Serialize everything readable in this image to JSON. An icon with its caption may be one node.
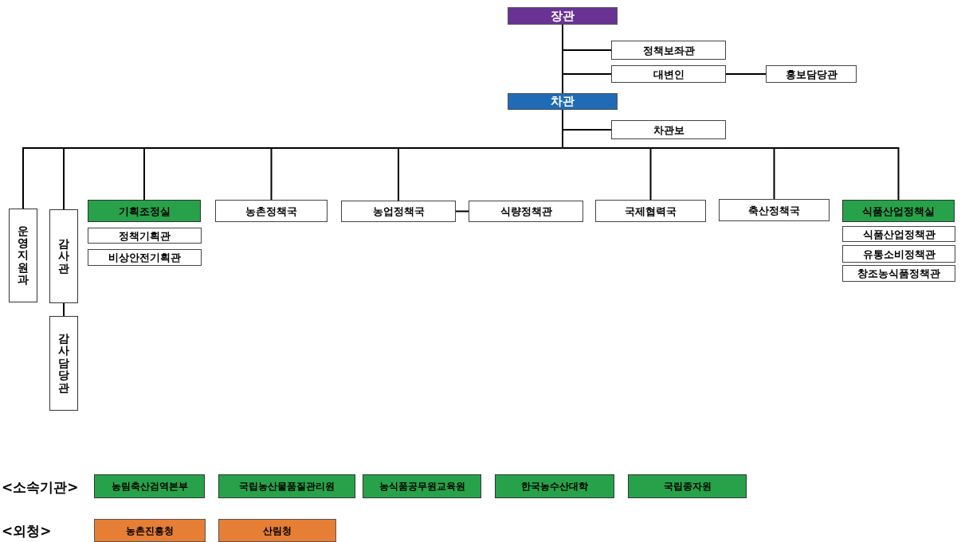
{
  "diagram": {
    "nodes": [
      {
        "text": [
          "장관"
        ]
      },
      {
        "text": [
          "정책보좌관"
        ]
      },
      {
        "text": [
          "대변인"
        ]
      },
      {
        "text": [
          "홍보담당관"
        ]
      },
      {
        "text": [
          "차관"
        ]
      },
      {
        "text": [
          "차관보"
        ]
      },
      {
        "text": [
          "운영지원과"
        ]
      },
      {
        "text": [
          "감사관"
        ]
      },
      {
        "text": [
          "감사담당관"
        ]
      },
      {
        "text": [
          "기획조정실"
        ]
      },
      {
        "text": [
          "정책기획관"
        ]
      },
      {
        "text": [
          "비상안전기획관"
        ]
      },
      {
        "text": [
          "농촌정책국"
        ]
      },
      {
        "text": [
          "농업정책국"
        ]
      },
      {
        "text": [
          "식량정책관"
        ]
      },
      {
        "text": [
          "국제협력국"
        ]
      },
      {
        "text": [
          "축산정책국"
        ]
      },
      {
        "text": [
          "식품산업정책실"
        ]
      },
      {
        "text": [
          "식품산업정책관"
        ]
      },
      {
        "text": [
          "유통소비정책관"
        ]
      },
      {
        "text": [
          "창조농식품정책관"
        ]
      },
      {
        "text": [
          "농림축산검역본부"
        ]
      },
      {
        "text": [
          "국립농산물품질관리원"
        ]
      },
      {
        "text": [
          "농식품공무원교육원"
        ]
      },
      {
        "text": [
          "한국농수산대학"
        ]
      },
      {
        "text": [
          "국립종자원"
        ]
      },
      {
        "text": [
          "농촌진흥청"
        ]
      },
      {
        "text": [
          "산림청"
        ]
      }
    ],
    "edges": [
      {
        "from": 0,
        "to": 1,
        "arrow": "none"
      },
      {
        "from": 0,
        "to": 2,
        "arrow": "none"
      },
      {
        "from": 2,
        "to": 3,
        "arrow": "none"
      },
      {
        "from": 0,
        "to": 4,
        "arrow": "none"
      },
      {
        "from": 4,
        "to": 5,
        "arrow": "none"
      },
      {
        "from": 4,
        "to": 6,
        "arrow": "none"
      },
      {
        "from": 4,
        "to": 7,
        "arrow": "none"
      },
      {
        "from": 7,
        "to": 8,
        "arrow": "none"
      },
      {
        "from": 4,
        "to": 9,
        "arrow": "none"
      },
      {
        "from": 4,
        "to": 12,
        "arrow": "none"
      },
      {
        "from": 4,
        "to": 13,
        "arrow": "none"
      },
      {
        "from": 13,
        "to": 14,
        "arrow": "none"
      },
      {
        "from": 4,
        "to": 15,
        "arrow": "none"
      },
      {
        "from": 4,
        "to": 16,
        "arrow": "none"
      },
      {
        "from": 4,
        "to": 17,
        "arrow": "none"
      }
    ],
    "labels": [
      "<소속기관>",
      "<외청>"
    ]
  }
}
